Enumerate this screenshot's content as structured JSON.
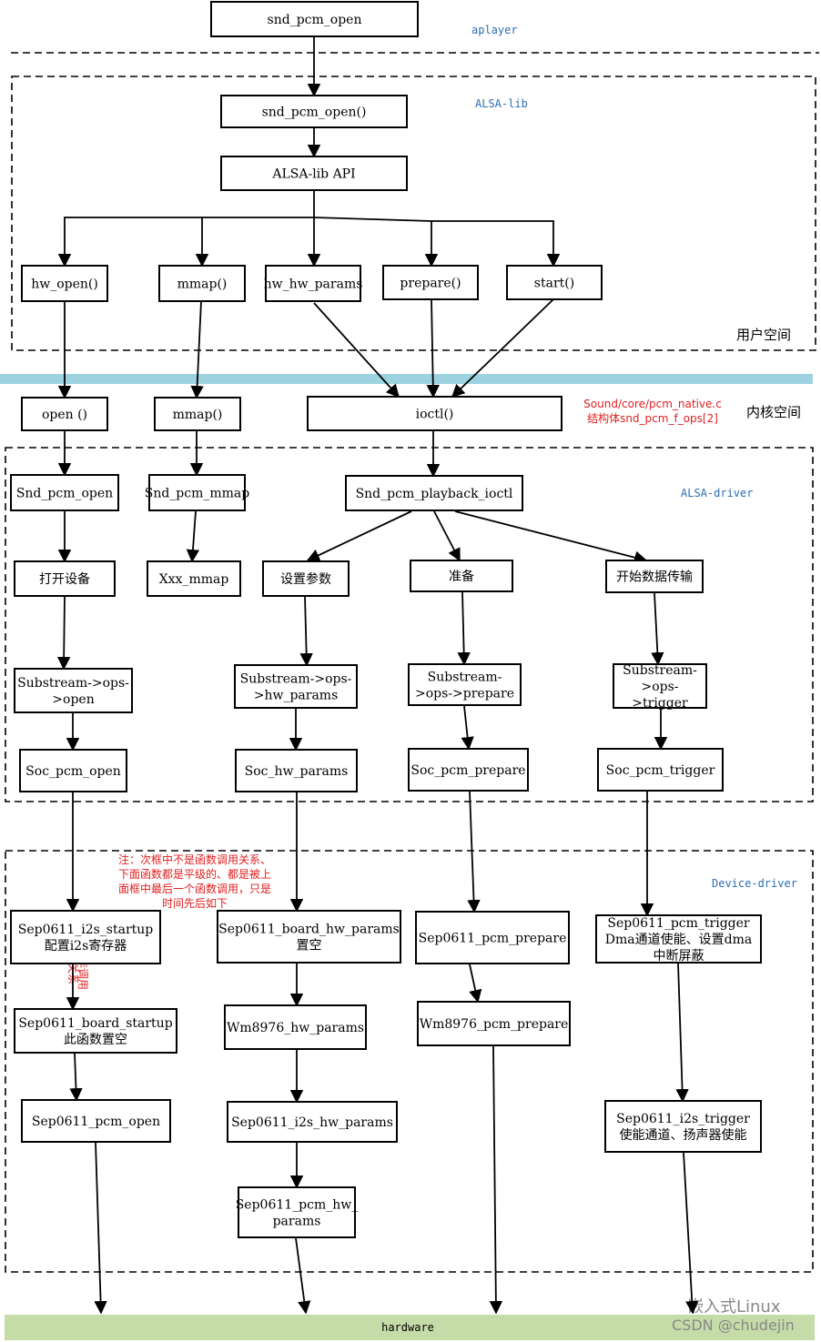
{
  "labels": {
    "aplayer": "aplayer",
    "alsa_lib": "ALSA-lib",
    "user_space": "用户空间",
    "kernel_space": "内核空间",
    "alsa_driver": "ALSA-driver",
    "device_driver": "Device-driver",
    "source_file": "Sound/core/pcm_native.c",
    "source_struct": "结构体snd_pcm_f_ops[2]",
    "hardware": "hardware",
    "watermark_1": "嵌入式Linux",
    "watermark_2": "CSDN @chudejin"
  },
  "notes": {
    "not_call": [
      "非调用",
      "关系"
    ],
    "sequence": [
      "注：次框中不是函数调用关系、",
      "下面函数都是平级的、都是被上",
      "面框中最后一个函数调用，只是",
      "时间先后如下"
    ]
  },
  "nodes": {
    "snd_pcm_open": [
      "snd_pcm_open"
    ],
    "snd_pcm_open_lib": [
      "snd_pcm_open()"
    ],
    "alsa_lib_api": [
      "ALSA-lib API"
    ],
    "hw_open": [
      "hw_open()"
    ],
    "mmap_user": [
      "mmap()"
    ],
    "hw_hw_params": [
      "hw_hw_params"
    ],
    "prepare_user": [
      "prepare()"
    ],
    "start_user": [
      "start()"
    ],
    "open_kernel": [
      "open ()"
    ],
    "mmap_kernel": [
      "mmap()"
    ],
    "ioctl": [
      "ioctl()"
    ],
    "snd_pcm_open_drv": [
      "Snd_pcm_open"
    ],
    "snd_pcm_mmap": [
      "Snd_pcm_mmap"
    ],
    "snd_pcm_playback_ioctl": [
      "Snd_pcm_playback_ioctl"
    ],
    "open_device": [
      "打开设备"
    ],
    "xxx_mmap": [
      "Xxx_mmap"
    ],
    "set_params": [
      "设置参数"
    ],
    "prepare_cn": [
      "准备"
    ],
    "start_transfer": [
      "开始数据传输"
    ],
    "ops_open": [
      "Substream->ops-",
      ">open"
    ],
    "ops_hw_params": [
      "Substream->ops-",
      ">hw_params"
    ],
    "ops_prepare": [
      "Substream-",
      ">ops->prepare"
    ],
    "ops_trigger": [
      "Substream-",
      ">ops-",
      ">trigger"
    ],
    "soc_pcm_open": [
      "Soc_pcm_open"
    ],
    "soc_hw_params": [
      "Soc_hw_params"
    ],
    "soc_pcm_prepare": [
      "Soc_pcm_prepare"
    ],
    "soc_pcm_trigger": [
      "Soc_pcm_trigger"
    ],
    "i2s_startup": [
      "Sep0611_i2s_startup",
      "配置i2s寄存器"
    ],
    "board_hw_params": [
      "Sep0611_board_hw_params",
      "置空"
    ],
    "pcm_prepare_sep": [
      "Sep0611_pcm_prepare"
    ],
    "pcm_trigger_sep": [
      "Sep0611_pcm_trigger",
      "Dma通道使能、设置dma",
      "中断屏蔽"
    ],
    "board_startup": [
      "Sep0611_board_startup",
      "此函数置空"
    ],
    "wm_hw_params": [
      "Wm8976_hw_params"
    ],
    "wm_pcm_prepare": [
      "Wm8976_pcm_prepare"
    ],
    "pcm_open_sep": [
      "Sep0611_pcm_open"
    ],
    "i2s_hw_params_sep": [
      "Sep0611_i2s_hw_params"
    ],
    "i2s_trigger": [
      "Sep0611_i2s_trigger",
      "使能通道、扬声器使能"
    ],
    "pcm_hw_params_sep": [
      "Sep0611_pcm_hw_",
      "params"
    ]
  },
  "colors": {
    "kernel_divider": "#9dd3e0",
    "hardware_bar": "#c5dca8",
    "zone_label_blue": "#2e6db4",
    "note_red": "#e02020"
  }
}
